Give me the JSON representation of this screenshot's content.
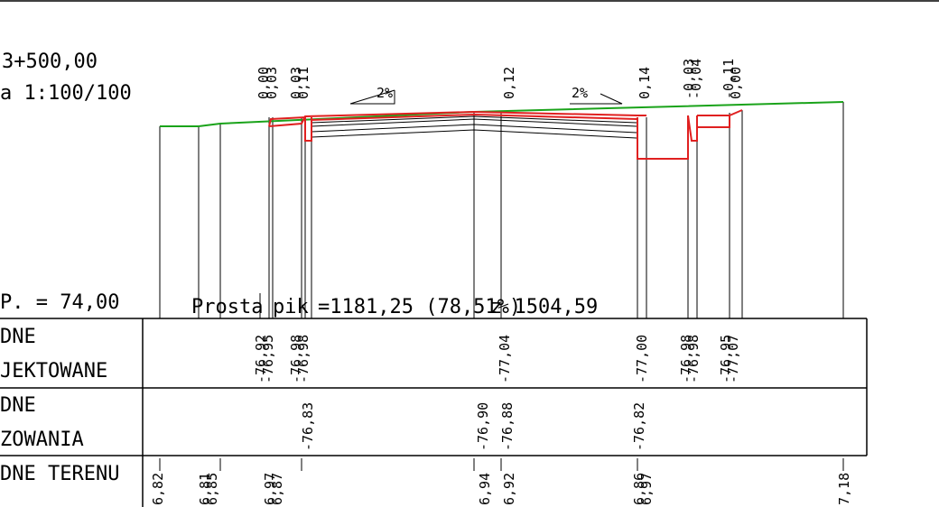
{
  "title": {
    "station": "3+500,00",
    "scale": "a 1:100/100"
  },
  "slopes": {
    "left": "2%",
    "right": "2%"
  },
  "datum": "P. = 74,00",
  "alignment": {
    "geometry": "Prosta",
    "vertical": "pik",
    "info": "=1181,25 (78,51%)",
    "z": "z 1504,59"
  },
  "top_labels": [
    "0,00",
    "0,03",
    "0,03",
    "0,11",
    "0,12",
    "0,14",
    "-0,03",
    "-0,04",
    "-0,11",
    "0,00"
  ],
  "rows": [
    {
      "title_line1": "DNE",
      "title_line2": "JEKTOWANE",
      "values": [
        "-76,92",
        "-76,95",
        "-76,98",
        "-76,98",
        "-77,04",
        "-77,00",
        "-76,98",
        "-76,98",
        "-76,95",
        "-77,07"
      ]
    },
    {
      "title_line1": "DNE",
      "title_line2": "ZOWANIA",
      "values": [
        "-76,83",
        "-76,90",
        "-76,88",
        "-76,82"
      ]
    },
    {
      "title_line1": "DNE  TERENU",
      "title_line2": "",
      "values": [
        "6,82",
        "6,81",
        "6,85",
        "6,97",
        "6,87",
        "6,94",
        "6,92",
        "6,86",
        "6,97",
        "7,18"
      ]
    }
  ],
  "colors": {
    "terrain": "#1aa31a",
    "design": "#e02020",
    "ink": "#000000"
  }
}
